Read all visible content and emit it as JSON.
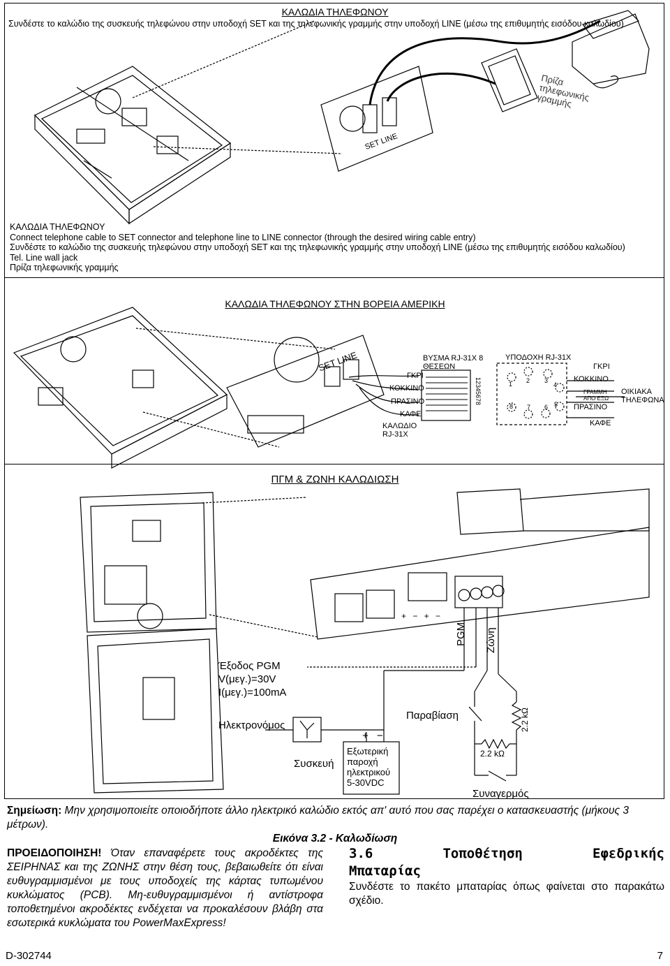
{
  "section1": {
    "title": "ΚΑΛΩΔΙΑ ΤΗΛΕΦΩΝΟΥ",
    "subtitle": "Συνδέστε το καλώδιο της συσκευής τηλεφώνου στην υποδοχή SET και της τηλεφωνικής γραμμής στην υποδοχή  LINE (μέσω της επιθυμητής εισόδου καλωδίου)",
    "connector_label": "SET  LINE",
    "wall_jack_label": [
      "Πρίζα",
      "τηλεφωνικής",
      "γραμμής"
    ],
    "legend": [
      "ΚΑΛΩΔΙΑ ΤΗΛΕΦΩΝΟΥ",
      "Connect telephone cable to SET connector and telephone line to LINE connector (through the desired wiring cable entry)",
      "Συνδέστε το καλώδιο της συσκευής τηλεφώνου στην υποδοχή SET και της τηλεφωνικής γραμμής στην υποδοχή  LINE (μέσω της επιθυμητής εισόδου καλωδίου)",
      "Tel. Line wall jack",
      "Πρίζα τηλεφωνικής γραμμής"
    ]
  },
  "section2": {
    "title": "ΚΑΛΩΔΙΑ ΤΗΛΕΦΩΝΟΥ ΣΤΗΝ ΒΟΡΕΙΑ ΑΜΕΡΙΚΗ",
    "set_line": "SET   LINE",
    "plug_title": [
      "ΒΥΣΜΑ RJ-31X 8",
      "ΘΕΣΕΩΝ"
    ],
    "socket_title": "ΥΠΟΔΟΧΗ RJ-31X",
    "wires_left": [
      "ΓΚΡΙ",
      "ΚΟΚΚΙΝΟ",
      "ΠΡΑΣΙΝΟ",
      "ΚΑΦΕ"
    ],
    "cable_label": [
      "ΚΑΛΩΔΙΟ",
      "RJ-31X"
    ],
    "pins": "12345678",
    "socket_numbers": [
      "1",
      "2",
      "3",
      "4",
      "5",
      "6",
      "7",
      "8"
    ],
    "wires_right": [
      "ΓΚΡΙ",
      "ΚΟΚΚΙΝΟ",
      "ΓΡΑΜΜΗ",
      "ΑΠΟ ΕΞΩ",
      "ΠΡΑΣΙΝΟ",
      "ΚΑΦΕ"
    ],
    "home_phones": [
      "ΟΙΚΙΑΚΑ",
      "ΤΗΛΕΦΩΝΑ"
    ]
  },
  "section3": {
    "title": "ΠΓΜ & ΖΩΝΗ ΚΑΛΩΔΙΩΣΗ",
    "pgm_output": [
      "Έξοδος PGM",
      "V(μεγ.)=30V",
      "I(μεγ.)=100mA"
    ],
    "relay": "Ηλεκτρονόμος",
    "device": "Συσκευή",
    "ext_supply": [
      "Εξωτερική",
      "παροχή",
      "ηλεκτρικού",
      "5-30VDC"
    ],
    "plus_minus": "+  −",
    "tamper": "Παραβίαση",
    "resistor_v": "2.2 kΩ",
    "resistor_h": "2.2 kΩ",
    "alarm": "Συναγερμός",
    "pgm": "PGM",
    "zone": "Ζώνη",
    "terminal_signs": "+   −   +   −"
  },
  "note": {
    "label": "Σημείωση:",
    "text": " Μην χρησιμοποιείτε οποιοδήποτε άλλο ηλεκτρικό καλώδιο εκτός απ' αυτό που σας παρέχει ο κατασκευαστής (μήκους 3 μέτρων)."
  },
  "caption": "Εικόνα 3.2 - Καλωδίωση",
  "warning": {
    "title": "ΠΡΟΕΙΔΟΠΟΙΗΣΗ!",
    "text": " Όταν επαναφέρετε τους ακροδέκτες της ΣΕΙΡΗΝΑΣ και της ΖΩΝΗΣ στην θέση τους, βεβαιωθείτε ότι είναι ευθυγραμμισμένοι με τους υποδοχείς της κάρτας τυπωμένου κυκλώματος (PCB). Μη-ευθυγραμμισμένοι ή αντίστροφα τοποθετημένοι ακροδέκτες ενδέχεται να προκαλέσουν βλάβη στα εσωτερικά κυκλώματα του PowerMaxExpress!"
  },
  "section36": {
    "number": "3.6",
    "w1": "Τοποθέτηση",
    "w2": "Εφεδρικής",
    "w3": "Μπαταρίας",
    "body": "Συνδέστε το πακέτο μπαταρίας όπως φαίνεται στο παρακάτω σχέδιο."
  },
  "footer": {
    "doc": "D-302744",
    "page": "7"
  }
}
